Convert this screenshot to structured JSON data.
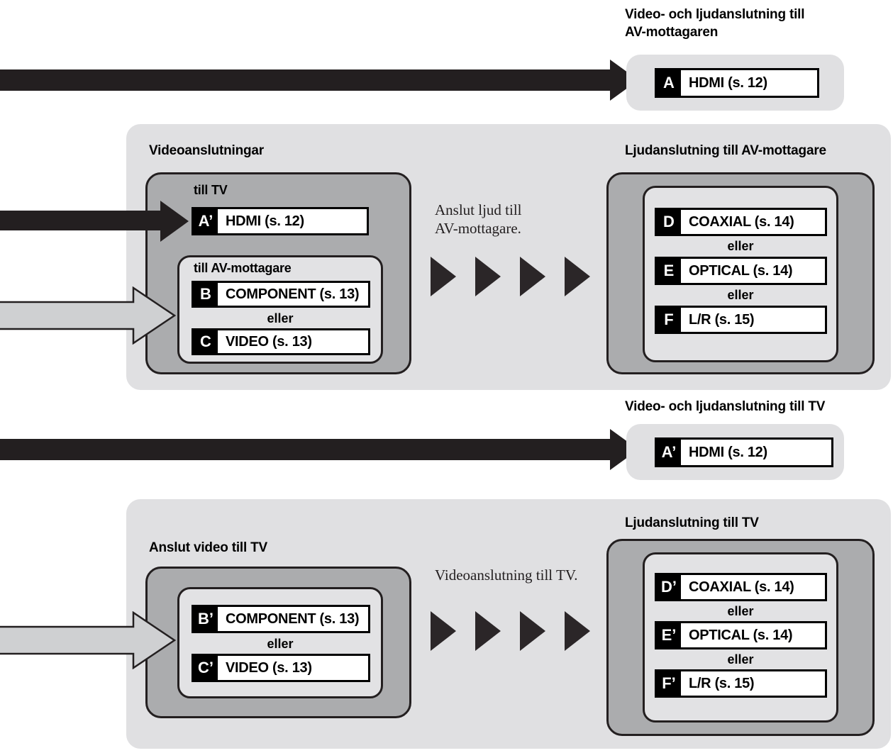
{
  "diagram": {
    "title_hint": "AV connection flow chart",
    "sections": {
      "av_receiver_av": {
        "heading": "Video- och ljudanslutning till\nAV-mottagaren",
        "chips": [
          {
            "badge": "A",
            "text": "HDMI (s. 12)"
          }
        ]
      },
      "video_connections": {
        "heading": "Videoanslutningar",
        "sublabel_tv": "till TV",
        "sublabel_av": "till AV-mottagare",
        "chips_tv": [
          {
            "badge": "A’",
            "text": "HDMI (s. 12)"
          }
        ],
        "chips_av": [
          {
            "badge": "B",
            "text": "COMPONENT (s. 13)"
          },
          {
            "badge": "C",
            "text": "VIDEO (s. 13)"
          }
        ],
        "separator": "eller"
      },
      "audio_to_av_receiver": {
        "heading": "Ljudanslutning till AV-mottagare",
        "note": "Anslut ljud till\nAV-mottagare.",
        "chips": [
          {
            "badge": "D",
            "text": "COAXIAL (s. 14)"
          },
          {
            "badge": "E",
            "text": "OPTICAL (s. 14)"
          },
          {
            "badge": "F",
            "text": "L/R (s. 15)"
          }
        ],
        "separator": "eller"
      },
      "video_audio_to_tv": {
        "heading": "Video- och ljudanslutning till TV",
        "chips": [
          {
            "badge": "A’",
            "text": "HDMI (s. 12)"
          }
        ]
      },
      "connect_video_to_tv": {
        "heading": "Anslut video till TV",
        "chips": [
          {
            "badge": "B’",
            "text": "COMPONENT (s. 13)"
          },
          {
            "badge": "C’",
            "text": "VIDEO (s. 13)"
          }
        ],
        "separator": "eller"
      },
      "audio_to_tv": {
        "heading": "Ljudanslutning till TV",
        "note": "Videoanslutning till TV.",
        "chips": [
          {
            "badge": "D’",
            "text": "COAXIAL (s. 14)"
          },
          {
            "badge": "E’",
            "text": "OPTICAL (s. 14)"
          },
          {
            "badge": "F’",
            "text": "L/R (s. 15)"
          }
        ],
        "separator": "eller"
      }
    },
    "colors": {
      "page_background": "#ffffff",
      "panel_outer": "#e0e0e2",
      "box_mid": "#abacae",
      "box_inner": "#e2e2e4",
      "outline": "#231f20",
      "arrow_black": "#231f20",
      "arrow_gray_fill": "#cfd0d2",
      "badge_background": "#000000",
      "badge_text": "#ffffff"
    }
  }
}
